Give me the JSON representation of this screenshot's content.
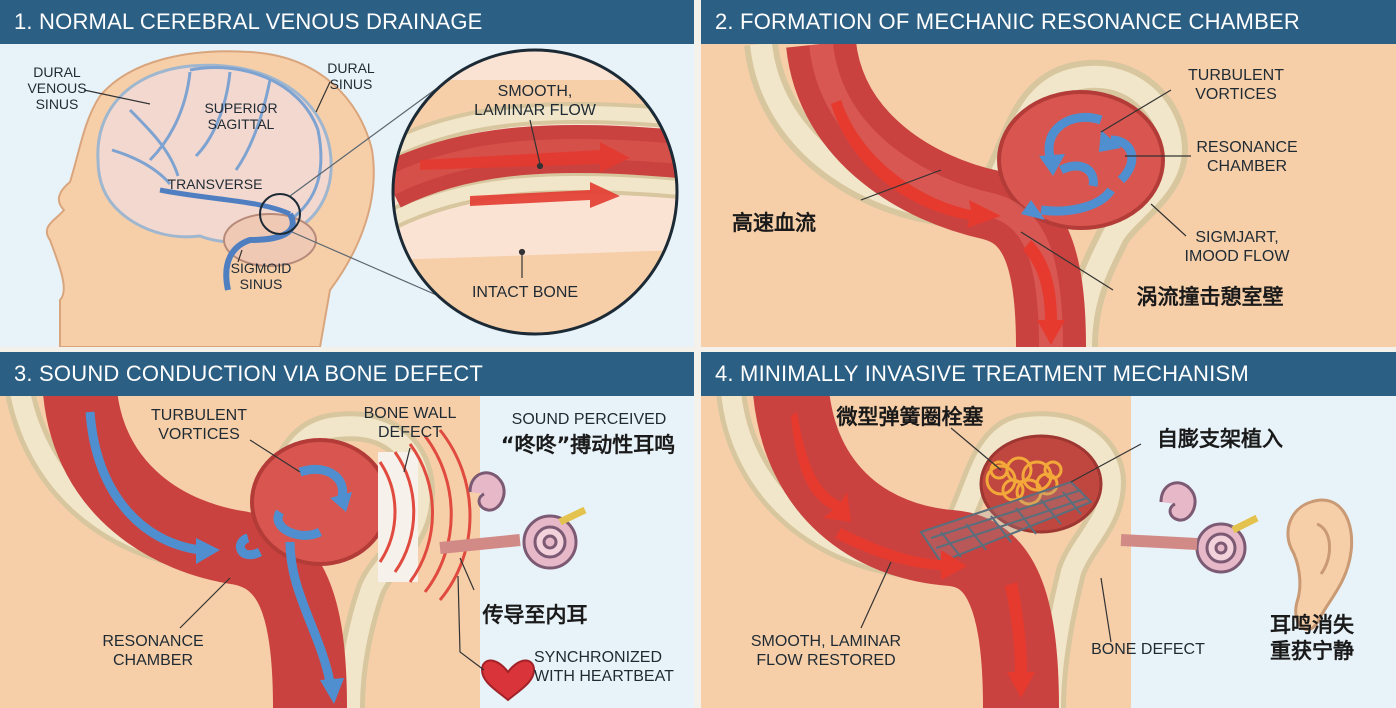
{
  "panel1": {
    "title": "1. NORMAL CEREBRAL VENOUS DRAINAGE",
    "dural_venous_sinus_1": "DURAL",
    "dural_venous_sinus_2": "VENOUS",
    "dural_venous_sinus_3": "SINUS",
    "dural_sinus_1": "DURAL",
    "dural_sinus_2": "SINUS",
    "superior_sagittal_1": "SUPERIOR",
    "superior_sagittal_2": "SAGITTAL",
    "transverse": "TRANSVERSE",
    "sigmoid_1": "SIGMOID",
    "sigmoid_2": "SINUS",
    "laminar_1": "SMOOTH,",
    "laminar_2": "LAMINAR FLOW",
    "intact_bone": "INTACT BONE"
  },
  "panel2": {
    "title": "2. FORMATION OF MECHANIC RESONANCE CHAMBER",
    "turbulent_1": "TURBULENT",
    "turbulent_2": "VORTICES",
    "resonance_1": "RESONANCE",
    "resonance_2": "CHAMBER",
    "high_speed_flow": "高速血流",
    "sigm_1": "SIGMJART,",
    "sigm_2": "IMOOD FLOW",
    "vortex_wall": "涡流撞击憩室壁"
  },
  "panel3": {
    "title": "3. SOUND CONDUCTION VIA BONE DEFECT",
    "turbulent_1": "TURBULENT",
    "turbulent_2": "VORTICES",
    "bone_wall_1": "BONE WALL",
    "bone_wall_2": "DEFECT",
    "sound_perceived": "SOUND PERCEIVED",
    "pulsatile_tinnitus": "“咚咚”搏动性耳鸣",
    "resonance_1": "RESONANCE",
    "resonance_2": "CHAMBER",
    "to_inner_ear": "传导至内耳",
    "sync_1": "SYNCHRONIZED",
    "sync_2": "WITH HEARTBEAT"
  },
  "panel4": {
    "title": "4. MINIMALLY INVASIVE TREATMENT MECHANISM",
    "coil_embolization": "微型弹簧圈栓塞",
    "stent_implant": "自膨支架植入",
    "laminar_1": "SMOOTH, LAMINAR",
    "laminar_2": "FLOW RESTORED",
    "bone_defect": "BONE DEFECT",
    "tinnitus_gone_1": "耳鸣消失",
    "tinnitus_gone_2": "重获宁静"
  },
  "colors": {
    "header_bg": "#2c5f84",
    "vessel_red": "#c9423f",
    "flow_blue": "#4f8fd0",
    "skin": "#f6cfa9",
    "bone": "#efe2c2"
  }
}
